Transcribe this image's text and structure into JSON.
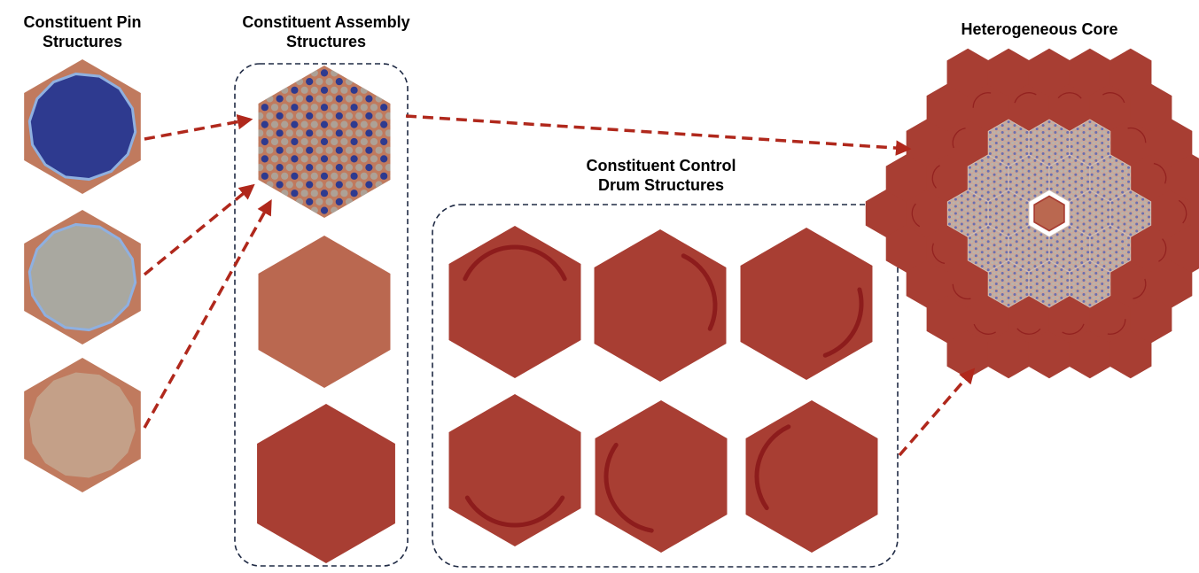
{
  "titles": {
    "pin": "Constituent Pin\nStructures",
    "assembly": "Constituent Assembly\nStructures",
    "drum": "Constituent Control\nDrum Structures",
    "core": "Heterogeneous Core"
  },
  "colors": {
    "clad": "#c07a5e",
    "fuel": "#2e3a8f",
    "fuel_outline": "#8fb0e0",
    "gray_pin": "#a9a8a0",
    "light_pin": "#c4a088",
    "reflector": "#ba6850",
    "drum": "#a83e33",
    "absorber": "#8d1c1c",
    "arrow": "#b0281c",
    "box_border": "#1f2a44"
  },
  "pins": [
    {
      "name": "fuel-pin",
      "fill": "fuel"
    },
    {
      "name": "gray-pin",
      "fill": "gray_pin"
    },
    {
      "name": "light-pin",
      "fill": "light_pin"
    }
  ],
  "assemblies": [
    {
      "name": "fuel-assembly"
    },
    {
      "name": "reflector-assembly"
    },
    {
      "name": "drum-assembly"
    }
  ],
  "drums": [
    {
      "name": "drum-angle-1",
      "start": 205,
      "end": 335
    },
    {
      "name": "drum-angle-2",
      "start": 295,
      "end": 25
    },
    {
      "name": "drum-angle-3",
      "start": 345,
      "end": 70
    },
    {
      "name": "drum-angle-4",
      "start": 30,
      "end": 150
    },
    {
      "name": "drum-angle-5",
      "start": 100,
      "end": 215
    },
    {
      "name": "drum-angle-6",
      "start": 145,
      "end": 245
    }
  ]
}
